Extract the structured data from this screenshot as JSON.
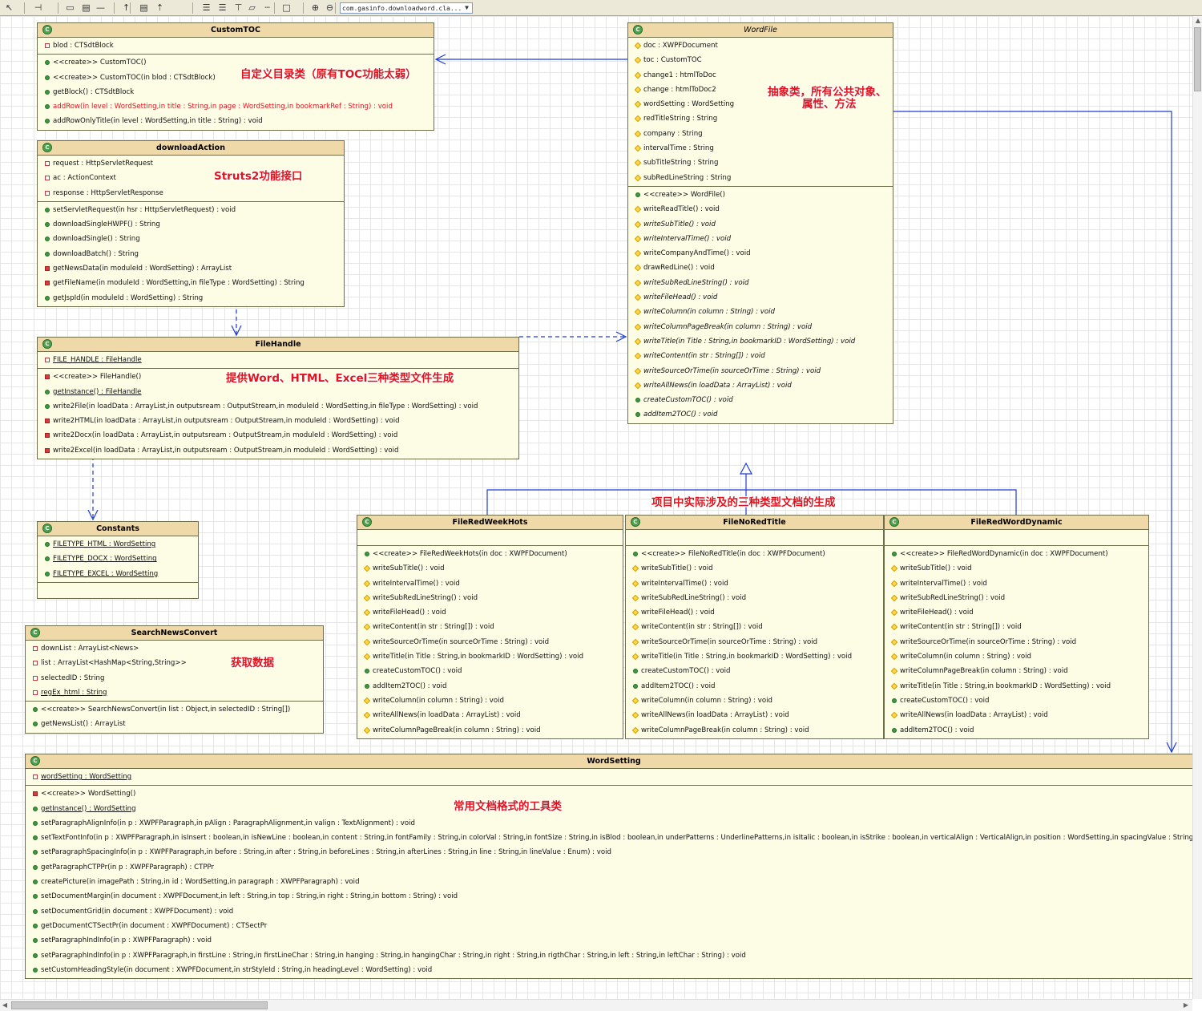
{
  "toolbar": {
    "buttons": [
      "select-icon",
      "attach-icon",
      "folder-class-icon",
      "folder-interface-icon",
      "line-icon",
      "generalization-icon",
      "class-icon",
      "inheritance-icon",
      "align-left-icon",
      "align-center-icon",
      "align-top-icon",
      "note-icon",
      "dotted-line-icon",
      "rectangle-icon",
      "zoom-in-icon",
      "zoom-out-icon"
    ],
    "package_combo": "com.gasinfo.downloadword.cla..."
  },
  "classes": [
    {
      "id": "CustomTOC",
      "name": "CustomTOC",
      "abstract": false,
      "sections": [
        [
          {
            "vis": "priv",
            "text": "blod : CTSdtBlock"
          }
        ],
        [
          {
            "vis": "pub",
            "text": "<<create>> CustomTOC()"
          },
          {
            "vis": "pub",
            "text": "<<create>> CustomTOC(in blod : CTSdtBlock)"
          },
          {
            "vis": "pub",
            "text": "getBlock() : CTSdtBlock"
          },
          {
            "vis": "pub",
            "text": "addRow(in level : WordSetting,in title : String,in page : WordSetting,in bookmarkRef : String) : void",
            "red": true
          },
          {
            "vis": "pub",
            "text": "addRowOnlyTitle(in level : WordSetting,in title : String) : void"
          }
        ]
      ]
    },
    {
      "id": "downloadAction",
      "name": "downloadAction",
      "abstract": false,
      "sections": [
        [
          {
            "vis": "priv",
            "text": "request : HttpServletRequest"
          },
          {
            "vis": "priv",
            "text": "ac : ActionContext"
          },
          {
            "vis": "priv",
            "text": "response : HttpServletResponse"
          }
        ],
        [
          {
            "vis": "pub",
            "text": "setServletRequest(in hsr : HttpServletRequest) : void"
          },
          {
            "vis": "pub",
            "text": "downloadSingleHWPF() : String"
          },
          {
            "vis": "pub",
            "text": "downloadSingle() : String"
          },
          {
            "vis": "pub",
            "text": "downloadBatch() : String"
          },
          {
            "vis": "privf",
            "text": "getNewsData(in moduleId : WordSetting) : ArrayList"
          },
          {
            "vis": "privf",
            "text": "getFileName(in moduleId : WordSetting,in fileType : WordSetting) : String"
          },
          {
            "vis": "pub",
            "text": "getJspId(in moduleId : WordSetting) : String"
          }
        ]
      ]
    },
    {
      "id": "FileHandle",
      "name": "FileHandle",
      "abstract": false,
      "sections": [
        [
          {
            "vis": "priv",
            "text": "FILE_HANDLE : FileHandle",
            "underline": true
          }
        ],
        [
          {
            "vis": "privf",
            "text": "<<create>> FileHandle()"
          },
          {
            "vis": "pub",
            "text": "getInstance() : FileHandle",
            "underline": true
          },
          {
            "vis": "pub",
            "text": "write2File(in loadData : ArrayList,in outputsream : OutputStream,in moduleId : WordSetting,in fileType : WordSetting) : void"
          },
          {
            "vis": "privf",
            "text": "write2HTML(in loadData : ArrayList,in outputsream : OutputStream,in moduleId : WordSetting) : void"
          },
          {
            "vis": "privf",
            "text": "write2Docx(in loadData : ArrayList,in outputsream : OutputStream,in moduleId : WordSetting) : void"
          },
          {
            "vis": "privf",
            "text": "write2Excel(in loadData : ArrayList,in outputsream : OutputStream,in moduleId : WordSetting) : void"
          }
        ]
      ]
    },
    {
      "id": "Constants",
      "name": "Constants",
      "abstract": false,
      "sections": [
        [
          {
            "vis": "pub",
            "text": "FILETYPE_HTML : WordSetting",
            "underline": true
          },
          {
            "vis": "pub",
            "text": "FILETYPE_DOCX : WordSetting",
            "underline": true
          },
          {
            "vis": "pub",
            "text": "FILETYPE_EXCEL : WordSetting",
            "underline": true
          }
        ],
        []
      ]
    },
    {
      "id": "SearchNewsConvert",
      "name": "SearchNewsConvert",
      "abstract": false,
      "sections": [
        [
          {
            "vis": "priv",
            "text": "downList : ArrayList<News>"
          },
          {
            "vis": "priv",
            "text": "list : ArrayList<HashMap<String,String>>"
          },
          {
            "vis": "priv",
            "text": "selectedID : String"
          },
          {
            "vis": "priv",
            "text": "regEx_html : String",
            "underline": true
          }
        ],
        [
          {
            "vis": "pub",
            "text": "<<create>> SearchNewsConvert(in list : Object,in selectedID : String[])"
          },
          {
            "vis": "pub",
            "text": "getNewsList() : ArrayList"
          }
        ]
      ]
    },
    {
      "id": "WordFile",
      "name": "WordFile",
      "abstract": true,
      "sections": [
        [
          {
            "vis": "prot",
            "text": "doc : XWPFDocument"
          },
          {
            "vis": "prot",
            "text": "toc : CustomTOC"
          },
          {
            "vis": "prot",
            "text": "change1 : htmlToDoc"
          },
          {
            "vis": "prot",
            "text": "change : htmlToDoc2"
          },
          {
            "vis": "prot",
            "text": "wordSetting : WordSetting"
          },
          {
            "vis": "prot",
            "text": "redTitleString : String"
          },
          {
            "vis": "prot",
            "text": "company : String"
          },
          {
            "vis": "prot",
            "text": "intervalTime : String"
          },
          {
            "vis": "prot",
            "text": "subTitleString : String"
          },
          {
            "vis": "prot",
            "text": "subRedLineString : String"
          }
        ],
        [
          {
            "vis": "pub",
            "text": "<<create>> WordFile()"
          },
          {
            "vis": "prot",
            "text": "writeReadTitle() : void"
          },
          {
            "vis": "prot",
            "text": "writeSubTitle() : void",
            "italic": true
          },
          {
            "vis": "prot",
            "text": "writeIntervalTime() : void",
            "italic": true
          },
          {
            "vis": "prot",
            "text": "writeCompanyAndTime() : void"
          },
          {
            "vis": "prot",
            "text": "drawRedLine() : void"
          },
          {
            "vis": "prot",
            "text": "writeSubRedLineString() : void",
            "italic": true
          },
          {
            "vis": "prot",
            "text": "writeFileHead() : void",
            "italic": true
          },
          {
            "vis": "prot",
            "text": "writeColumn(in column : String) : void",
            "italic": true
          },
          {
            "vis": "prot",
            "text": "writeColumnPageBreak(in column : String) : void",
            "italic": true
          },
          {
            "vis": "prot",
            "text": "writeTitle(in Title : String,in bookmarkID : WordSetting) : void",
            "italic": true
          },
          {
            "vis": "prot",
            "text": "writeContent(in str : String[]) : void",
            "italic": true
          },
          {
            "vis": "prot",
            "text": "writeSourceOrTime(in sourceOrTime : String) : void",
            "italic": true
          },
          {
            "vis": "prot",
            "text": "writeAllNews(in loadData : ArrayList) : void",
            "italic": true
          },
          {
            "vis": "pub",
            "text": "createCustomTOC() : void",
            "italic": true
          },
          {
            "vis": "pub",
            "text": "addItem2TOC() : void",
            "italic": true
          }
        ]
      ]
    },
    {
      "id": "FileRedWeekHots",
      "name": "FileRedWeekHots",
      "abstract": false,
      "sections": [
        [],
        [
          {
            "vis": "pub",
            "text": "<<create>> FileRedWeekHots(in doc : XWPFDocument)"
          },
          {
            "vis": "prot",
            "text": "writeSubTitle() : void"
          },
          {
            "vis": "prot",
            "text": "writeIntervalTime() : void"
          },
          {
            "vis": "prot",
            "text": "writeSubRedLineString() : void"
          },
          {
            "vis": "prot",
            "text": "writeFileHead() : void"
          },
          {
            "vis": "prot",
            "text": "writeContent(in str : String[]) : void"
          },
          {
            "vis": "prot",
            "text": "writeSourceOrTime(in sourceOrTime : String) : void"
          },
          {
            "vis": "prot",
            "text": "writeTitle(in Title : String,in bookmarkID : WordSetting) : void"
          },
          {
            "vis": "pub",
            "text": "createCustomTOC() : void"
          },
          {
            "vis": "pub",
            "text": "addItem2TOC() : void"
          },
          {
            "vis": "prot",
            "text": "writeColumn(in column : String) : void"
          },
          {
            "vis": "prot",
            "text": "writeAllNews(in loadData : ArrayList) : void"
          },
          {
            "vis": "prot",
            "text": "writeColumnPageBreak(in column : String) : void"
          }
        ]
      ]
    },
    {
      "id": "FileNoRedTitle",
      "name": "FileNoRedTitle",
      "abstract": false,
      "sections": [
        [],
        [
          {
            "vis": "pub",
            "text": "<<create>> FileNoRedTitle(in doc : XWPFDocument)"
          },
          {
            "vis": "prot",
            "text": "writeSubTitle() : void"
          },
          {
            "vis": "prot",
            "text": "writeIntervalTime() : void"
          },
          {
            "vis": "prot",
            "text": "writeSubRedLineString() : void"
          },
          {
            "vis": "prot",
            "text": "writeFileHead() : void"
          },
          {
            "vis": "prot",
            "text": "writeContent(in str : String[]) : void"
          },
          {
            "vis": "prot",
            "text": "writeSourceOrTime(in sourceOrTime : String) : void"
          },
          {
            "vis": "prot",
            "text": "writeTitle(in Title : String,in bookmarkID : WordSetting) : void"
          },
          {
            "vis": "pub",
            "text": "createCustomTOC() : void"
          },
          {
            "vis": "pub",
            "text": "addItem2TOC() : void"
          },
          {
            "vis": "prot",
            "text": "writeColumn(in column : String) : void"
          },
          {
            "vis": "prot",
            "text": "writeAllNews(in loadData : ArrayList) : void"
          },
          {
            "vis": "prot",
            "text": "writeColumnPageBreak(in column : String) : void"
          }
        ]
      ]
    },
    {
      "id": "FileRedWordDynamic",
      "name": "FileRedWordDynamic",
      "abstract": false,
      "sections": [
        [],
        [
          {
            "vis": "pub",
            "text": "<<create>> FileRedWordDynamic(in doc : XWPFDocument)"
          },
          {
            "vis": "prot",
            "text": "writeSubTitle() : void"
          },
          {
            "vis": "prot",
            "text": "writeIntervalTime() : void"
          },
          {
            "vis": "prot",
            "text": "writeSubRedLineString() : void"
          },
          {
            "vis": "prot",
            "text": "writeFileHead() : void"
          },
          {
            "vis": "prot",
            "text": "writeContent(in str : String[]) : void"
          },
          {
            "vis": "prot",
            "text": "writeSourceOrTime(in sourceOrTime : String) : void"
          },
          {
            "vis": "prot",
            "text": "writeColumn(in column : String) : void"
          },
          {
            "vis": "prot",
            "text": "writeColumnPageBreak(in column : String) : void"
          },
          {
            "vis": "prot",
            "text": "writeTitle(in Title : String,in bookmarkID : WordSetting) : void"
          },
          {
            "vis": "pub",
            "text": "createCustomTOC() : void"
          },
          {
            "vis": "prot",
            "text": "writeAllNews(in loadData : ArrayList) : void"
          },
          {
            "vis": "pub",
            "text": "addItem2TOC() : void"
          }
        ]
      ]
    },
    {
      "id": "WordSetting",
      "name": "WordSetting",
      "abstract": false,
      "sections": [
        [
          {
            "vis": "priv",
            "text": "wordSetting : WordSetting",
            "underline": true
          }
        ],
        [
          {
            "vis": "privf",
            "text": "<<create>> WordSetting()"
          },
          {
            "vis": "pub",
            "text": "getInstance() : WordSetting",
            "underline": true
          },
          {
            "vis": "pub",
            "text": "setParagraphAlignInfo(in p : XWPFParagraph,in pAlign : ParagraphAlignment,in valign : TextAlignment) : void"
          },
          {
            "vis": "pub",
            "text": "setTextFontInfo(in p : XWPFParagraph,in isInsert : boolean,in isNewLine : boolean,in content : String,in fontFamily : String,in colorVal : String,in fontSize : String,in isBlod : boolean,in underPatterns : UnderlinePatterns,in isItalic : boolean,in isStrike : boolean,in verticalAlign : VerticalAlign,in position : WordSetting,in spacingValue : String) : void"
          },
          {
            "vis": "pub",
            "text": "setParagraphSpacingInfo(in p : XWPFParagraph,in before : String,in after : String,in beforeLines : String,in afterLines : String,in line : String,in lineValue : Enum) : void"
          },
          {
            "vis": "pub",
            "text": "getParagraphCTPPr(in p : XWPFParagraph) : CTPPr"
          },
          {
            "vis": "pub",
            "text": "createPicture(in imagePath : String,in id : WordSetting,in paragraph : XWPFParagraph) : void"
          },
          {
            "vis": "pub",
            "text": "setDocumentMargin(in document : XWPFDocument,in left : String,in top : String,in right : String,in bottom : String) : void"
          },
          {
            "vis": "pub",
            "text": "setDocumentGrid(in document : XWPFDocument) : void"
          },
          {
            "vis": "pub",
            "text": "getDocumentCTSectPr(in document : XWPFDocument) : CTSectPr"
          },
          {
            "vis": "pub",
            "text": "setParagraphIndInfo(in p : XWPFParagraph) : void"
          },
          {
            "vis": "pub",
            "text": "setParagraphIndInfo(in p : XWPFParagraph,in firstLine : String,in firstLineChar : String,in hanging : String,in hangingChar : String,in right : String,in rigthChar : String,in left : String,in leftChar : String) : void"
          },
          {
            "vis": "pub",
            "text": "setCustomHeadingStyle(in document : XWPFDocument,in strStyleId : String,in headingLevel : WordSetting) : void"
          }
        ]
      ]
    }
  ],
  "notes": {
    "customtoc": "自定义目录类（原有TOC功能太弱）",
    "wordfile_line1": "抽象类，所有公共对象、",
    "wordfile_line2": "属性、方法",
    "download": "Struts2功能接口",
    "filehandle": "提供Word、HTML、Excel三种类型文件生成",
    "subclasses": "项目中实际涉及的三种类型文档的生成",
    "search": "获取数据",
    "wordsetting": "常用文档格式的工具类"
  },
  "colors": {
    "edge": "#1e3cd2",
    "note": "#e0141e",
    "header": "#f0d9a8",
    "body": "#fdfde6"
  }
}
